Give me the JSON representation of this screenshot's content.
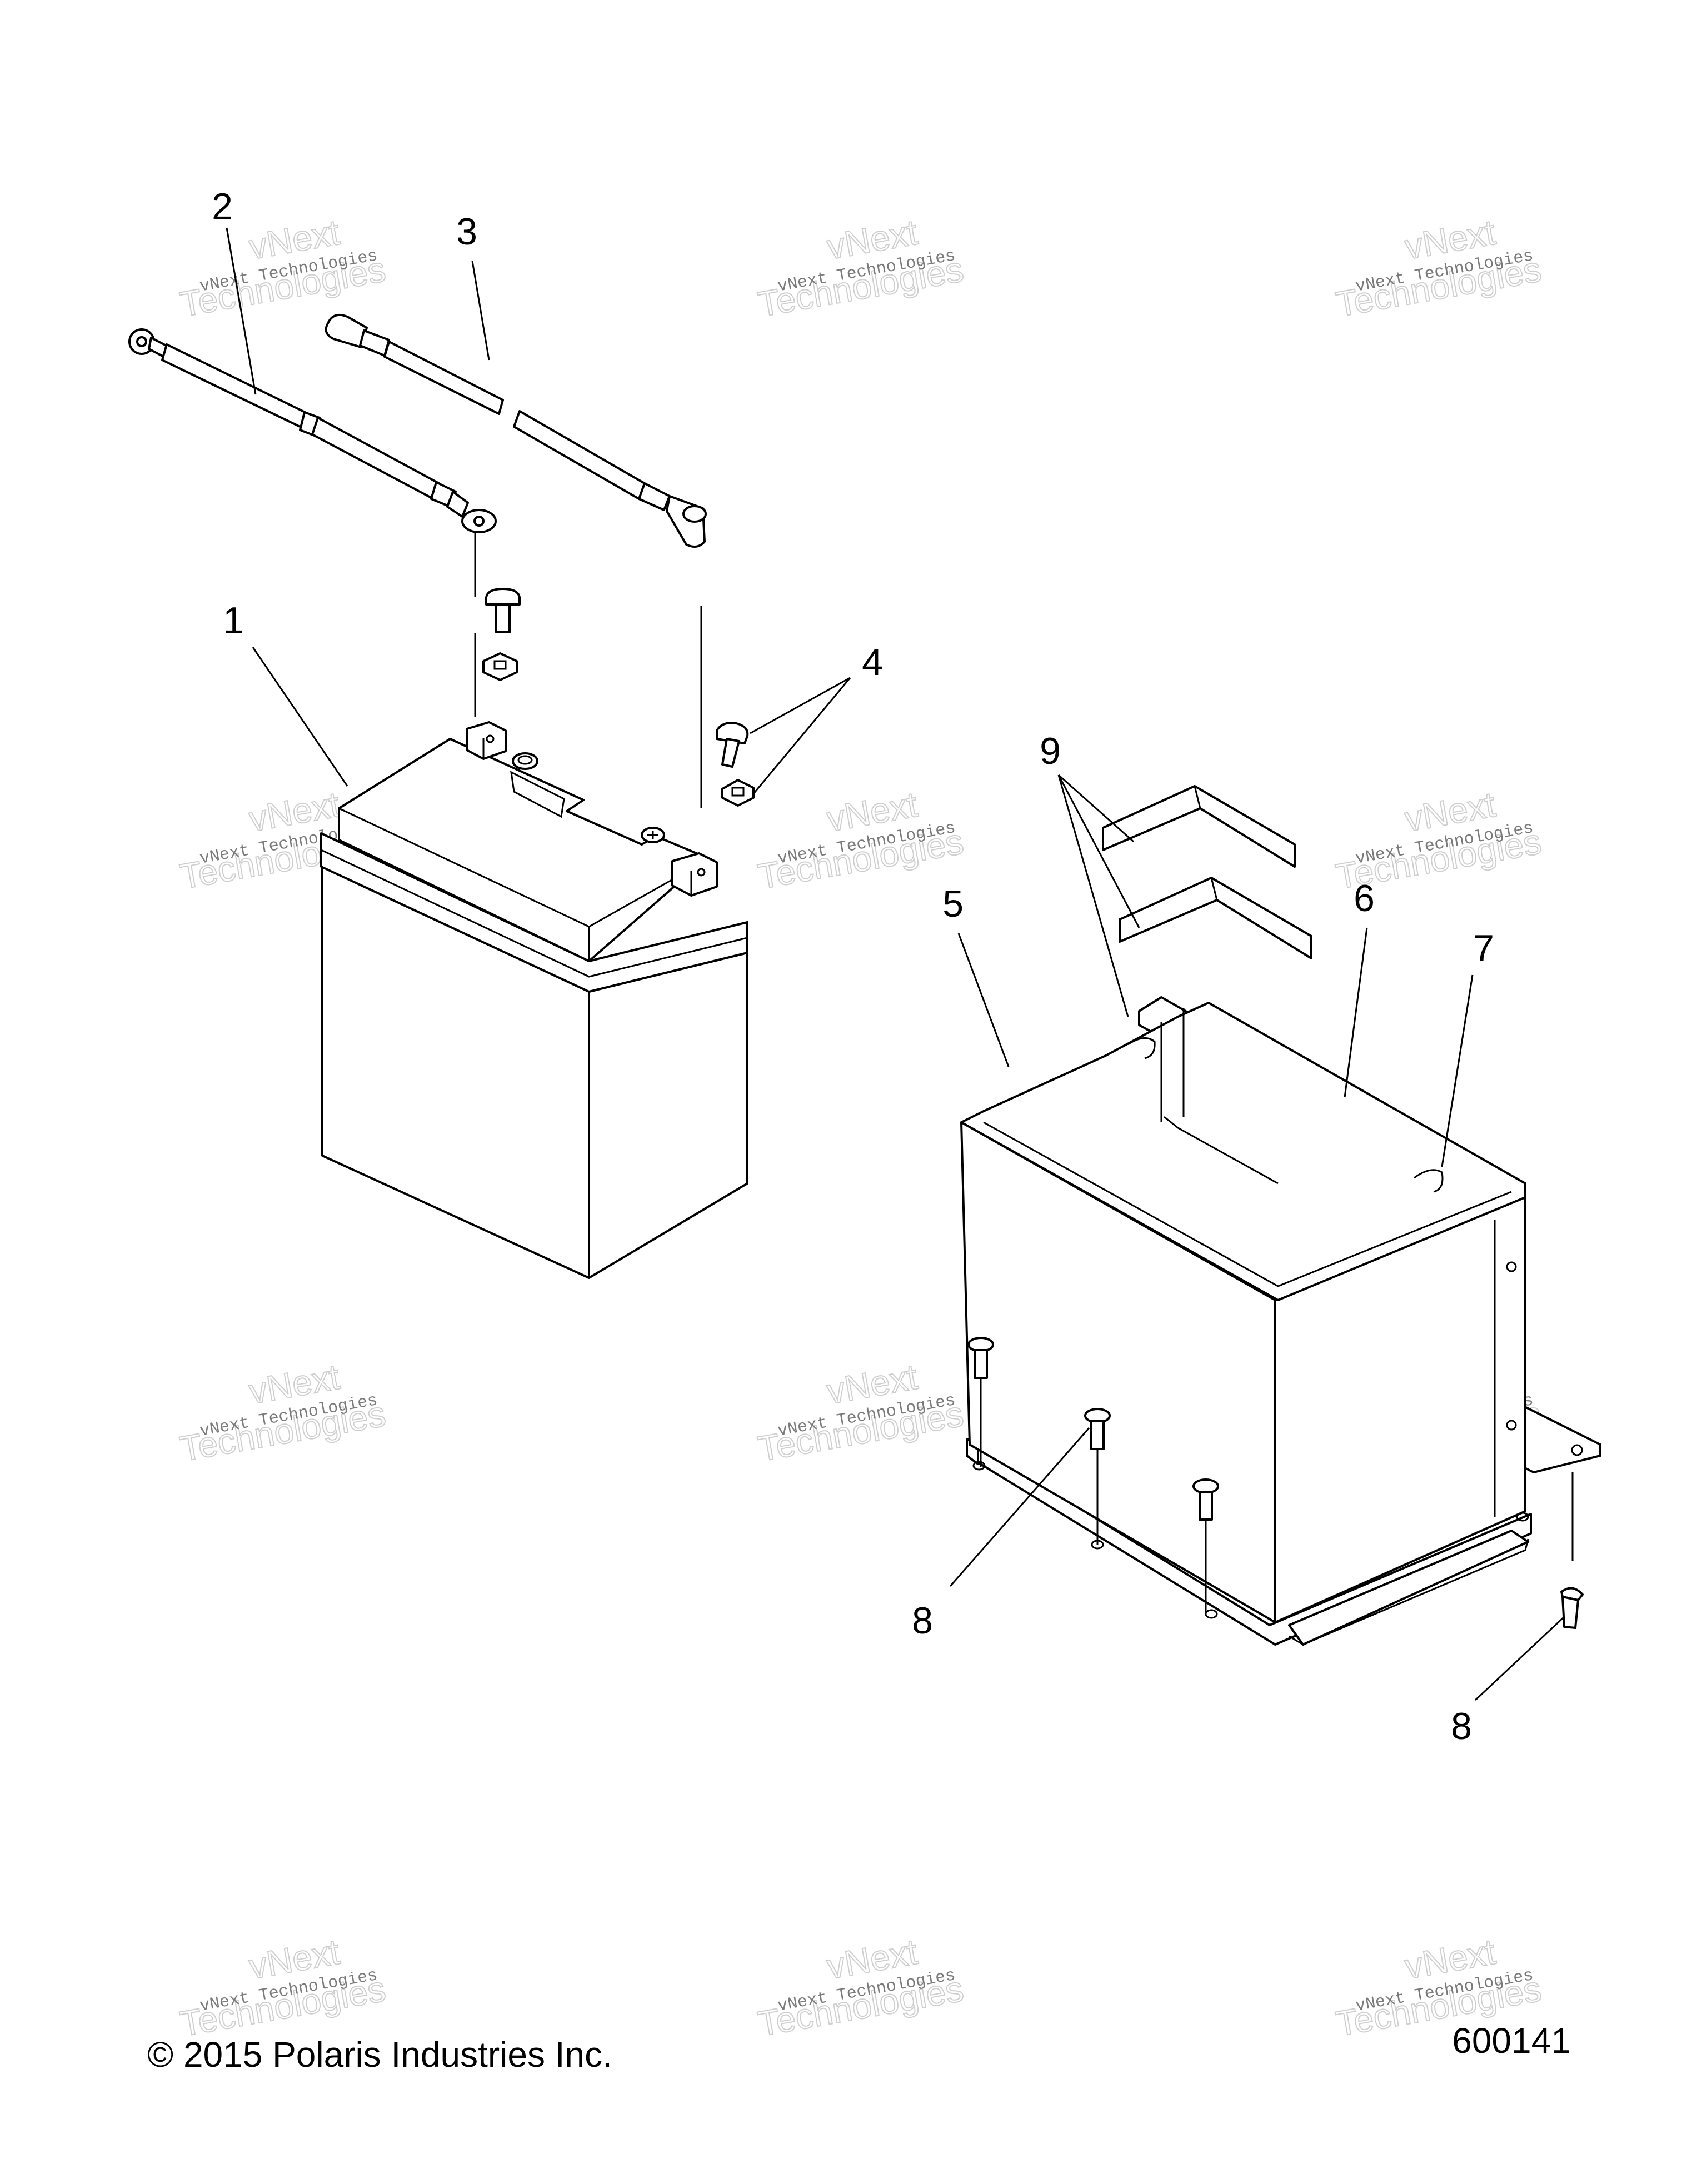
{
  "callouts": [
    {
      "id": "1",
      "text": "1"
    },
    {
      "id": "2",
      "text": "2"
    },
    {
      "id": "3",
      "text": "3"
    },
    {
      "id": "4",
      "text": "4"
    },
    {
      "id": "5",
      "text": "5"
    },
    {
      "id": "6",
      "text": "6"
    },
    {
      "id": "7",
      "text": "7"
    },
    {
      "id": "8a",
      "text": "8"
    },
    {
      "id": "8b",
      "text": "8"
    },
    {
      "id": "9",
      "text": "9"
    }
  ],
  "footer": {
    "copyright": "© 2015 Polaris Industries Inc.",
    "diagram_number": "600141"
  },
  "watermark": {
    "line_small": "vNext Technologies",
    "line_big_1": "vNext",
    "line_big_2": "Technologies"
  }
}
